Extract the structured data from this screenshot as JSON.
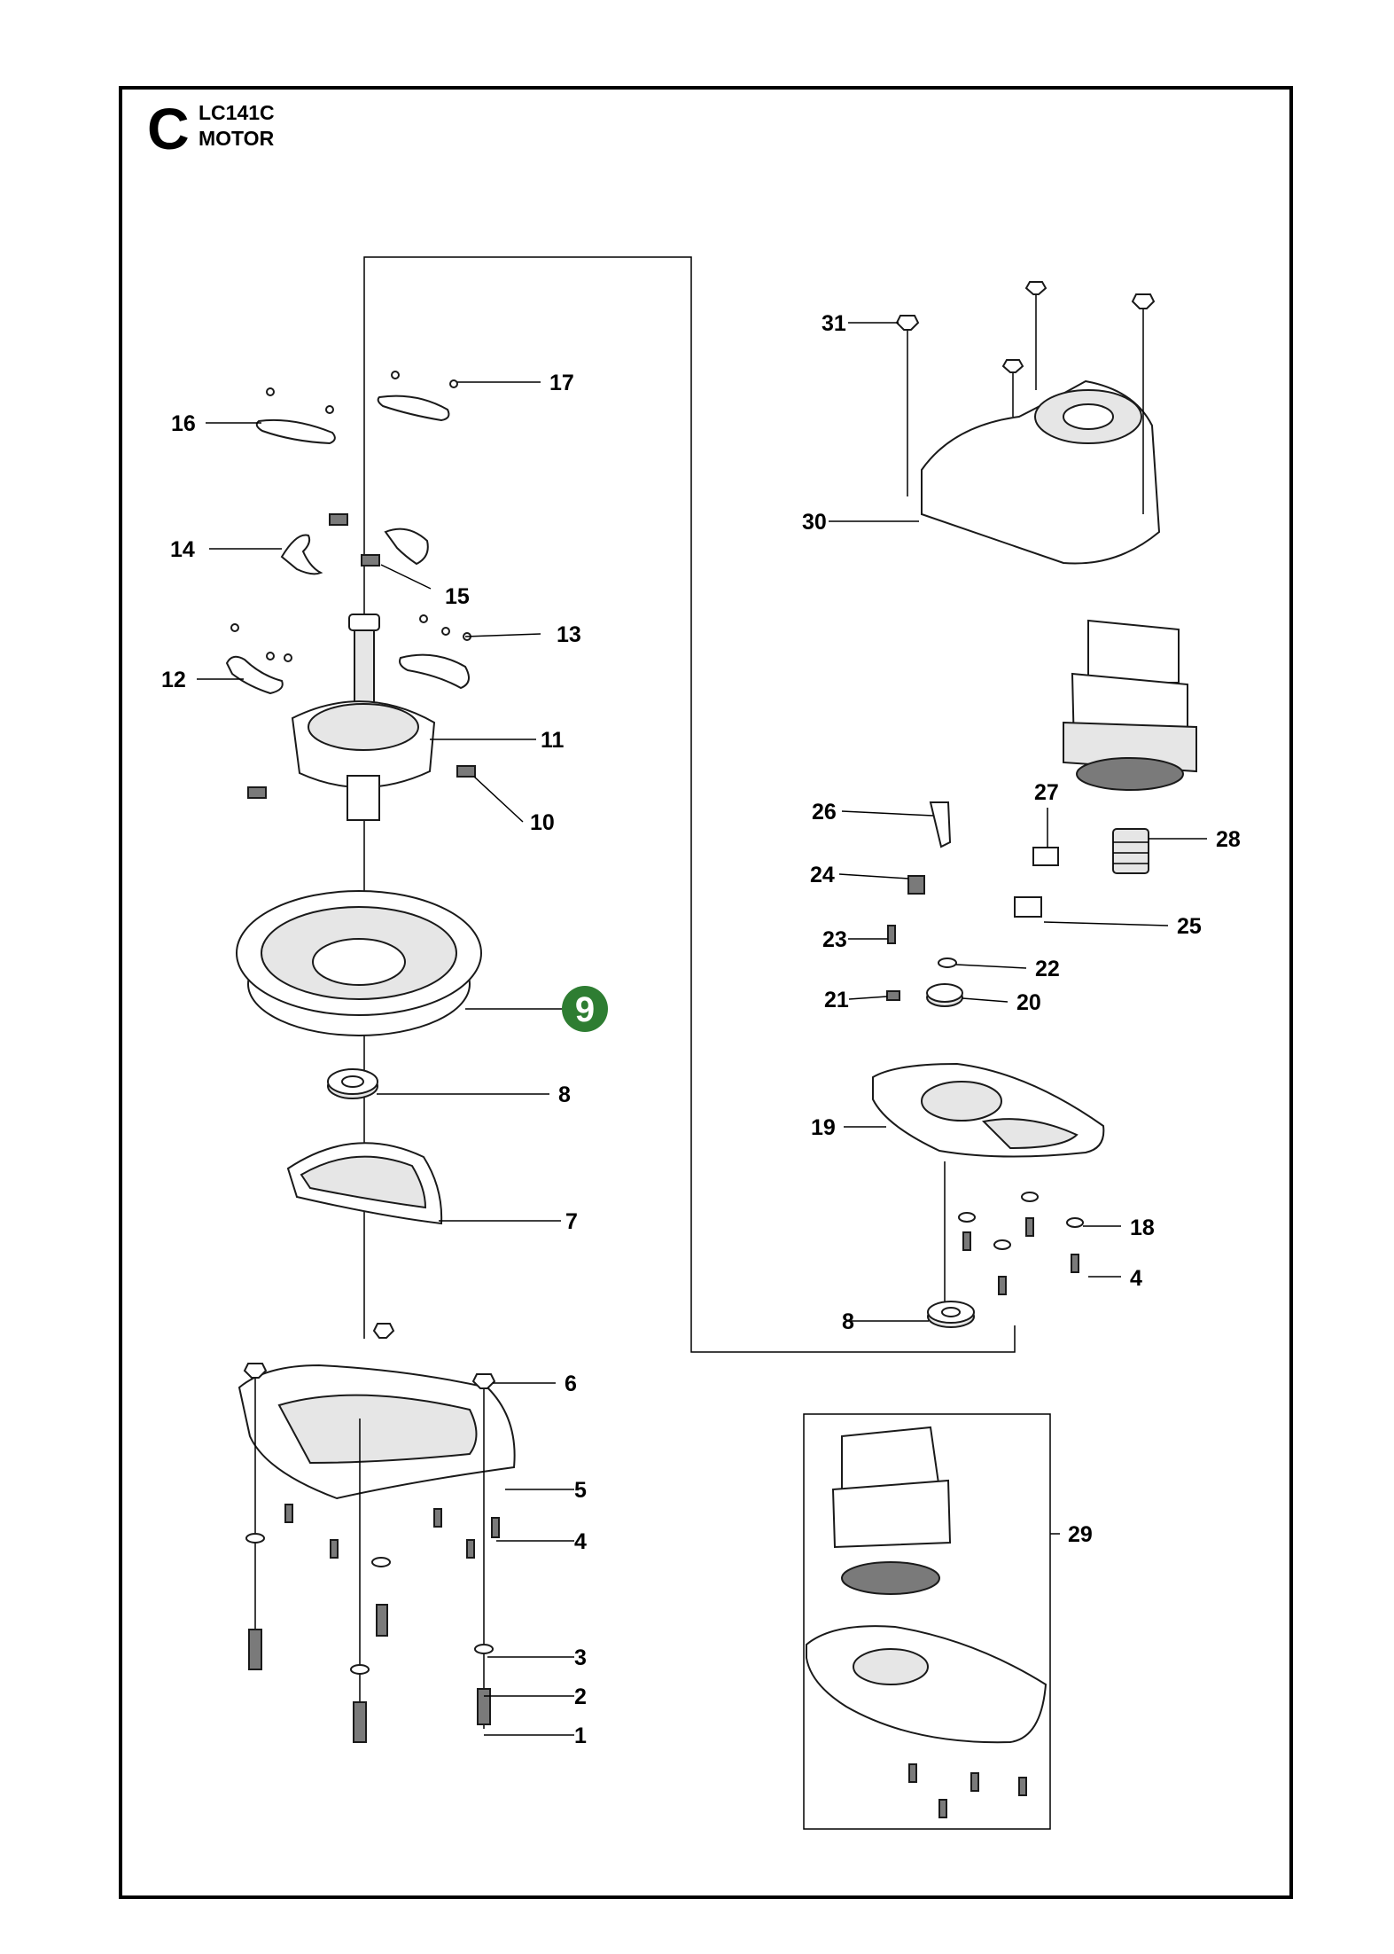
{
  "header": {
    "section_letter": "C",
    "model": "LC141C",
    "group": "MOTOR"
  },
  "callouts": {
    "p1": "1",
    "p2": "2",
    "p3": "3",
    "p4a": "4",
    "p4b": "4",
    "p5": "5",
    "p6": "6",
    "p7": "7",
    "p8a": "8",
    "p8b": "8",
    "p9": "9",
    "p10": "10",
    "p11": "11",
    "p12": "12",
    "p13": "13",
    "p14": "14",
    "p15": "15",
    "p16": "16",
    "p17": "17",
    "p18": "18",
    "p19": "19",
    "p20": "20",
    "p21": "21",
    "p22": "22",
    "p23": "23",
    "p24": "24",
    "p25": "25",
    "p26": "26",
    "p27": "27",
    "p28": "28",
    "p29": "29",
    "p30": "30",
    "p31": "31"
  },
  "highlight": {
    "part": "9",
    "color": "#2e7d32"
  }
}
